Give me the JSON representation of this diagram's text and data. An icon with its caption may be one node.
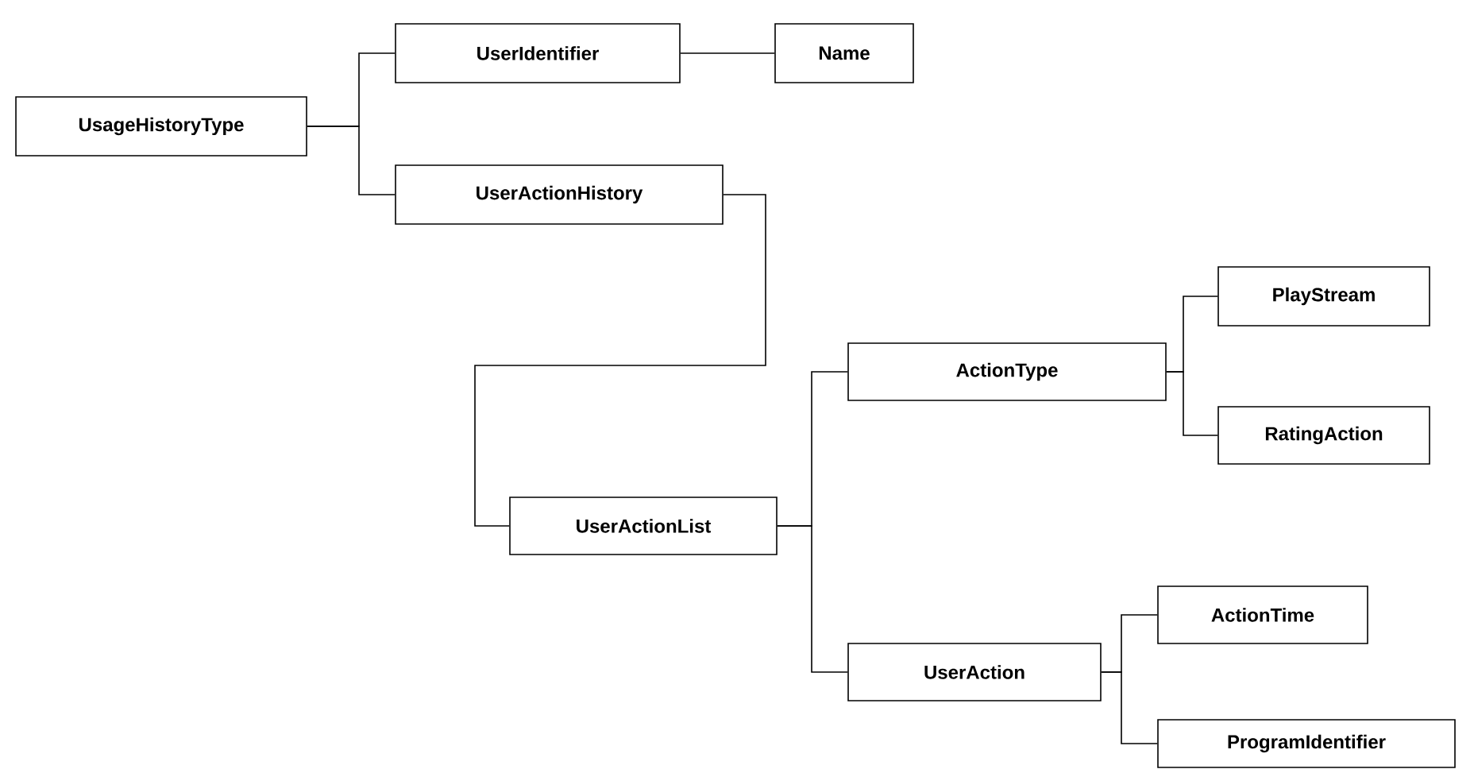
{
  "diagram": {
    "nodes": [
      {
        "text": [
          "UsageHistoryType"
        ]
      },
      {
        "text": [
          "UserIdentifier"
        ]
      },
      {
        "text": [
          "Name"
        ]
      },
      {
        "text": [
          "UserActionHistory"
        ]
      },
      {
        "text": [
          "UserActionList"
        ]
      },
      {
        "text": [
          "ActionType"
        ]
      },
      {
        "text": [
          "PlayStream"
        ]
      },
      {
        "text": [
          "RatingAction"
        ]
      },
      {
        "text": [
          "UserAction"
        ]
      },
      {
        "text": [
          "ActionTime"
        ]
      },
      {
        "text": [
          "ProgramIdentifier"
        ]
      }
    ],
    "edges": [
      {
        "from": 0,
        "to": 1,
        "arrow": "none"
      },
      {
        "from": 0,
        "to": 3,
        "arrow": "none"
      },
      {
        "from": 1,
        "to": 2,
        "arrow": "none"
      },
      {
        "from": 3,
        "to": 4,
        "arrow": "none"
      },
      {
        "from": 4,
        "to": 5,
        "arrow": "none"
      },
      {
        "from": 4,
        "to": 8,
        "arrow": "none"
      },
      {
        "from": 5,
        "to": 6,
        "arrow": "none"
      },
      {
        "from": 5,
        "to": 7,
        "arrow": "none"
      },
      {
        "from": 8,
        "to": 9,
        "arrow": "none"
      },
      {
        "from": 8,
        "to": 10,
        "arrow": "none"
      }
    ]
  }
}
